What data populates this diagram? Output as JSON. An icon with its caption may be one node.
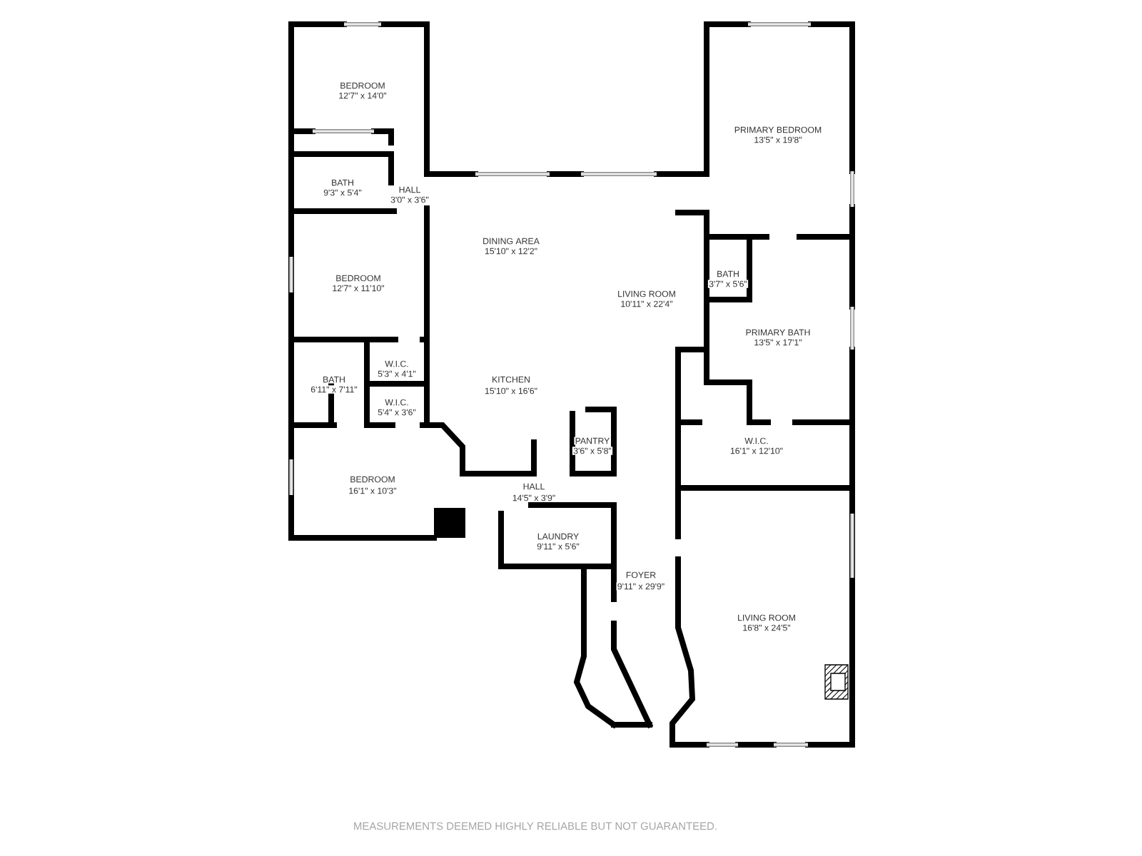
{
  "diagram": {
    "labels": [
      "BEDROOM",
      "12'7\" x 14'0\"",
      "BATH",
      "9'3\" x 5'4\"",
      "HALL",
      "3'0\" x 3'6\"",
      "PRIMARY BEDROOM",
      "13'5\" x 19'8\"",
      "DINING AREA",
      "15'10\" x 12'2\"",
      "BATH",
      "3'7\" x 5'6\"",
      "BEDROOM",
      "12'7\" x 11'10\"",
      "LIVING ROOM",
      "10'11\" x 22'4\"",
      "PRIMARY BATH",
      "13'5\" x 17'1\"",
      "W.I.C.",
      "5'3\" x 4'1\"",
      "BATH",
      "6'11\" x 7'11\"",
      "KITCHEN",
      "15'10\" x 16'6\"",
      "W.I.C.",
      "5'4\" x 3'6\"",
      "PANTRY",
      "3'6\" x 5'8\"",
      "W.I.C.",
      "16'1\" x 12'10\"",
      "BEDROOM",
      "16'1\" x 10'3\"",
      "HALL",
      "14'5\" x 3'9\"",
      "LAUNDRY",
      "9'11\" x 5'6\"",
      "FOYER",
      "9'11\" x 29'9\"",
      "LIVING ROOM",
      "16'8\" x 24'5\"",
      "MEASUREMENTS DEEMED HIGHLY RELIABLE BUT NOT GUARANTEED."
    ]
  }
}
